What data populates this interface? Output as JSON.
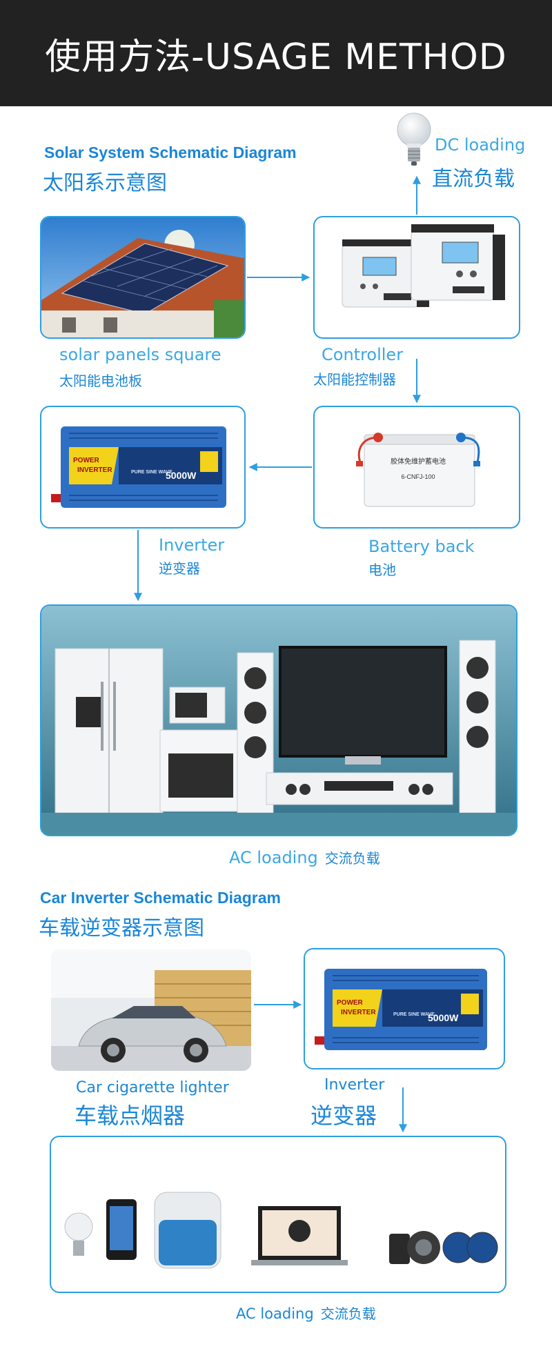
{
  "header": {
    "title": "使用方法-USAGE METHOD"
  },
  "solar": {
    "title_en": "Solar System Schematic Diagram",
    "title_cn": "太阳系示意图",
    "dc_loading_en": "DC loading",
    "dc_loading_cn": "直流负载",
    "panels_en": "solar panels square",
    "panels_cn": "太阳能电池板",
    "controller_en": "Controller",
    "controller_cn": "太阳能控制器",
    "inverter_en": "Inverter",
    "inverter_cn": "逆变器",
    "battery_en": "Battery back",
    "battery_cn": "电池",
    "ac_loading_en": "AC loading",
    "ac_loading_cn": "交流负载"
  },
  "car": {
    "title_en": "Car Inverter Schematic Diagram",
    "title_cn": "车载逆变器示意图",
    "lighter_en": "Car cigarette lighter",
    "lighter_cn": "车载点烟器",
    "inverter_en": "Inverter",
    "inverter_cn": "逆变器",
    "ac_loading_en": "AC loading",
    "ac_loading_cn": "交流负载"
  },
  "inverter_product": {
    "brand_line1": "POWER",
    "brand_line2": "INVERTER",
    "wave": "PURE SINE WAVE",
    "rating": "5000W"
  },
  "battery_product": {
    "label_cn": "胶体免维护蓄电池",
    "model": "6-CNFJ-100"
  },
  "colors": {
    "accent": "#1a86d6",
    "line": "#2c9fe0",
    "header_bg": "#222222"
  }
}
